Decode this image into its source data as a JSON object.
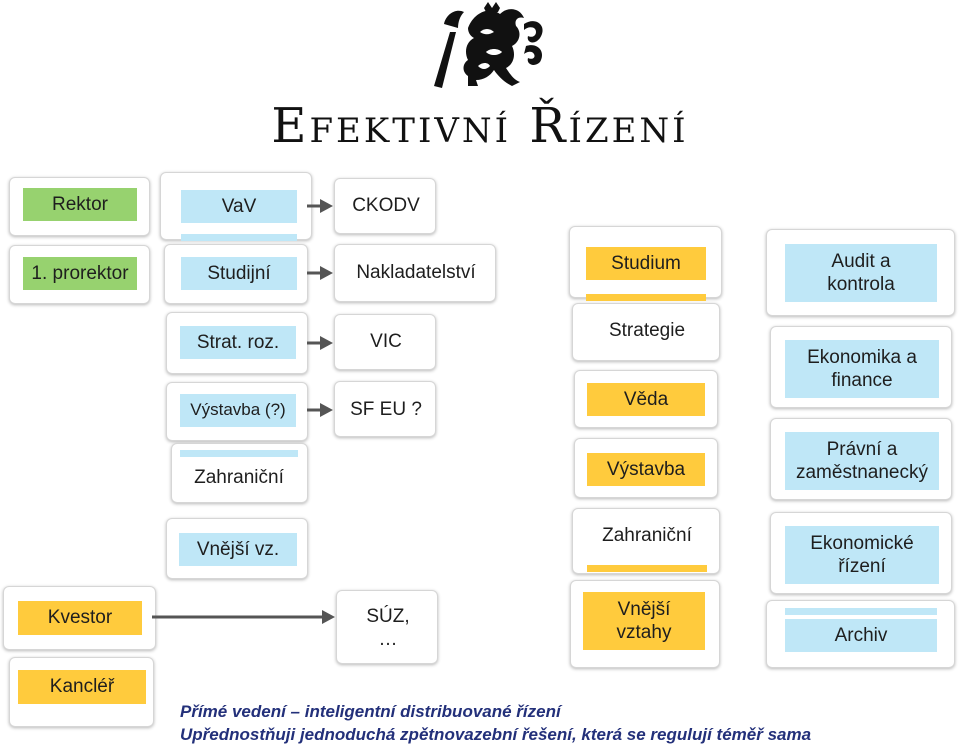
{
  "title": "Efektivní Řízení",
  "col1": {
    "rektor": "Rektor",
    "prorektor": "1. prorektor",
    "kvestor": "Kvestor",
    "kancler": "Kancléř"
  },
  "col2": {
    "vav": "VaV",
    "studijni": "Studijní",
    "strat": "Strat. roz.",
    "vystavba": "Výstavba (?)",
    "zahranicni": "Zahraniční",
    "vnejsi": "Vnější vz."
  },
  "col3": {
    "ckodv": "CKODV",
    "nakladatelstvi": "Nakladatelství",
    "vic": "VIC",
    "sfeu": "SF EU ?",
    "suz": "SÚZ,",
    "suz_more": "…"
  },
  "col4": {
    "studium": "Studium",
    "strategie": "Strategie",
    "veda": "Věda",
    "vystavba": "Výstavba",
    "zahranicni": "Zahraniční",
    "vnejsi_1": "Vnější",
    "vnejsi_2": "vztahy"
  },
  "col5": {
    "audit_1": "Audit a",
    "audit_2": "kontrola",
    "ekonomika_1": "Ekonomika a",
    "ekonomika_2": "finance",
    "pravni_1": "Právní a",
    "pravni_2": "zaměstnanecký",
    "ekonomicke_1": "Ekonomické",
    "ekonomicke_2": "řízení",
    "archiv": "Archiv"
  },
  "notes": {
    "line1": "Přímé vedení – inteligentní distribuované řízení",
    "line2": "Upřednostňuji jednoduchá zpětnovazební řešení, která se regulují téměř sama"
  },
  "colors": {
    "green": "#97d26f",
    "blue": "#bfe7f7",
    "yellow": "#ffcb3d",
    "note_text": "#23307a"
  },
  "icons": {
    "logo": "lion-logo-icon",
    "arrow": "arrow-right-icon"
  }
}
